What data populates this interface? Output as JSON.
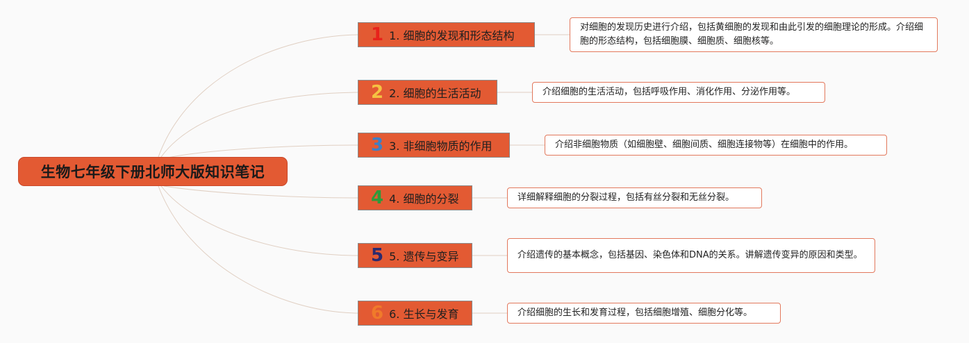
{
  "root": {
    "title": "生物七年级下册北师大版知识笔记"
  },
  "branches": [
    {
      "number": "1",
      "number_color": "#e8221b",
      "title": "1. 细胞的发现和形态结构",
      "description": "对细胞的发现历史进行介绍，包括黄细胞的发现和由此引发的细胞理论的形成。介绍细胞的形态结构，包括细胞膜、细胞质、细胞核等。"
    },
    {
      "number": "2",
      "number_color": "#f5c242",
      "title": "2. 细胞的生活活动",
      "description": "介绍细胞的生活活动，包括呼吸作用、消化作用、分泌作用等。"
    },
    {
      "number": "3",
      "number_color": "#3f7fc4",
      "title": "3. 非细胞物质的作用",
      "description": "介绍非细胞物质（如细胞壁、细胞间质、细胞连接物等）在细胞中的作用。"
    },
    {
      "number": "4",
      "number_color": "#2e9a3a",
      "title": "4. 细胞的分裂",
      "description": "详细解释细胞的分裂过程，包括有丝分裂和无丝分裂。"
    },
    {
      "number": "5",
      "number_color": "#2a2a6e",
      "title": "5. 遗传与变异",
      "description": "介绍遗传的基本概念，包括基因、染色体和DNA的关系。讲解遗传变异的原因和类型。"
    },
    {
      "number": "6",
      "number_color": "#f07a2a",
      "title": "6. 生长与发育",
      "description": "介绍细胞的生长和发育过程，包括细胞增殖、细胞分化等。"
    }
  ],
  "colors": {
    "node_fill": "#e35a33",
    "connector": "#e0cfc2",
    "desc_border": "#e2785c"
  }
}
